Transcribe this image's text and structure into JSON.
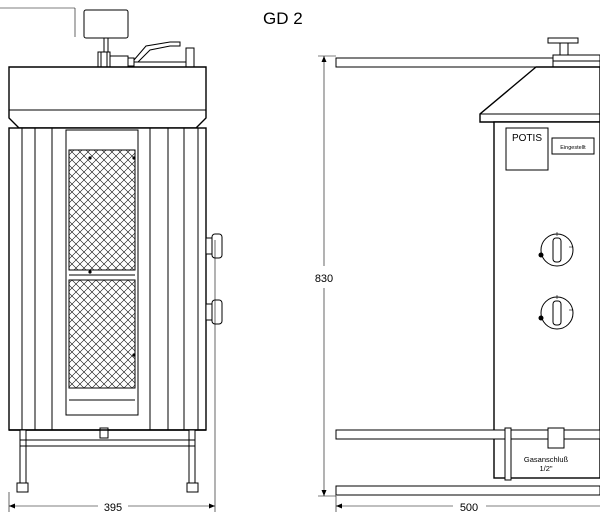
{
  "title": "GD 2",
  "front_view": {
    "width_dimension": "395"
  },
  "side_view": {
    "height_dimension": "830",
    "depth_dimension": "500",
    "brand_label": "POTIS",
    "plate_label": "Eingestellt",
    "gas_connection_label": "Gasanschluß",
    "gas_connection_size": "1/2\""
  }
}
